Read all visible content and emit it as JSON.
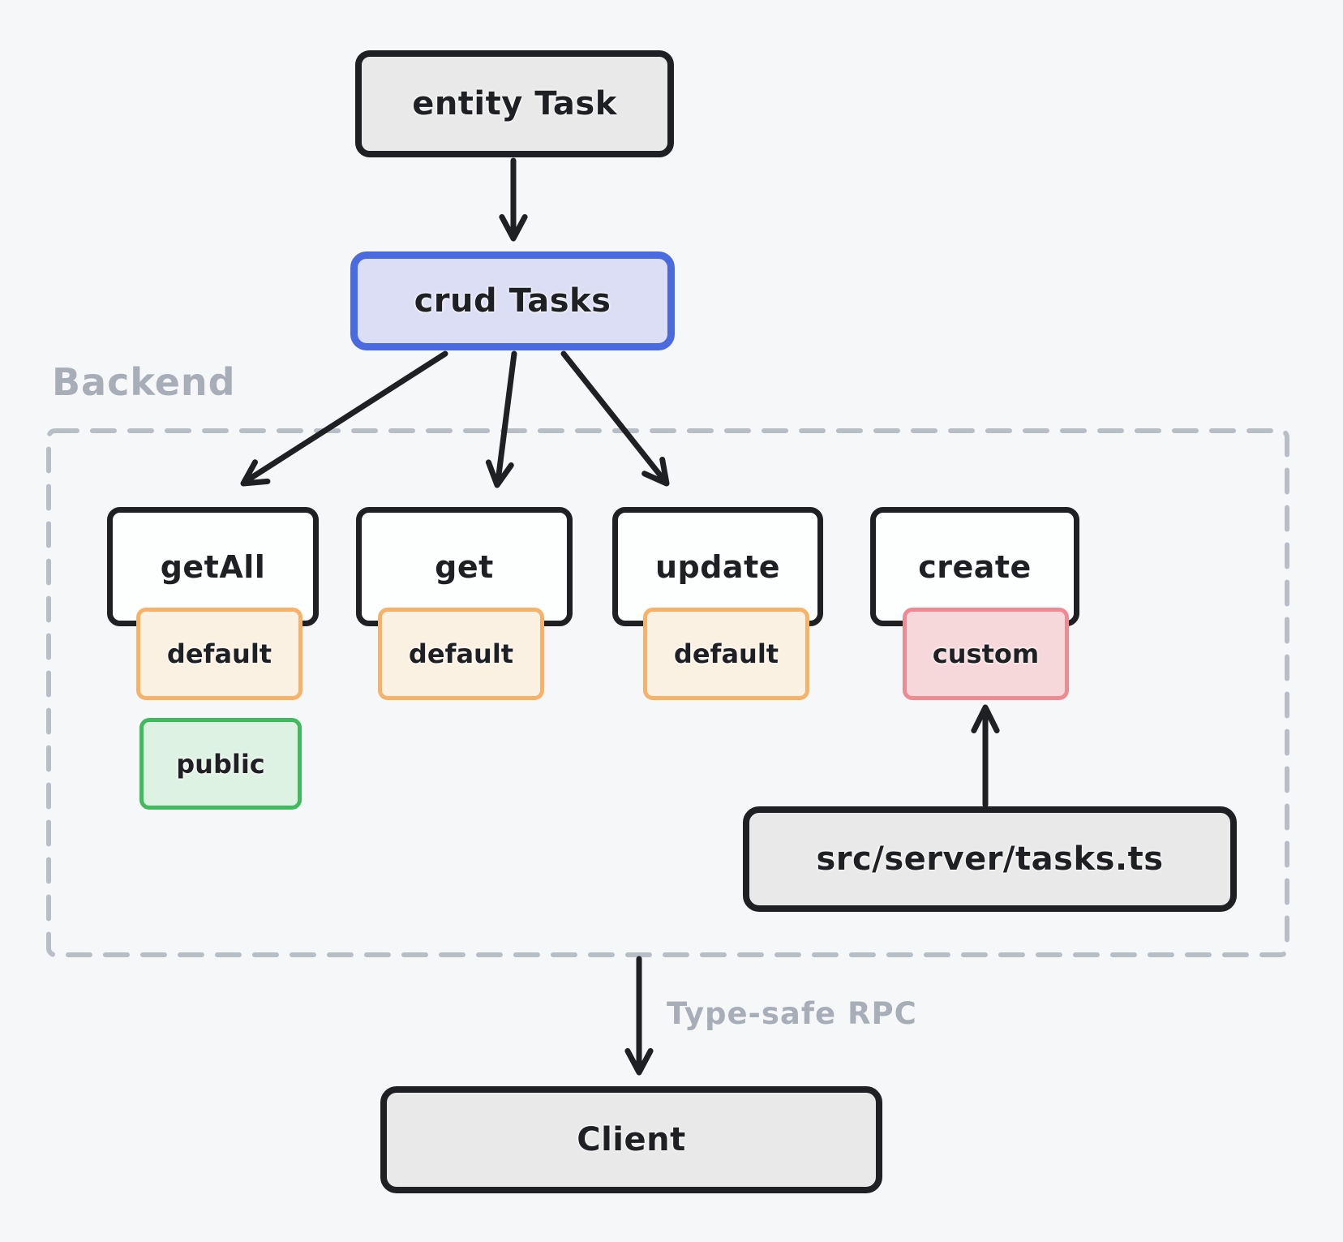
{
  "diagram": {
    "nodes": {
      "entity": {
        "label": "entity Task"
      },
      "crud": {
        "label": "crud Tasks"
      },
      "getAll": {
        "label": "getAll",
        "badge": "default",
        "access": "public"
      },
      "get": {
        "label": "get",
        "badge": "default"
      },
      "update": {
        "label": "update",
        "badge": "default"
      },
      "create": {
        "label": "create",
        "badge": "custom"
      },
      "serverFile": {
        "label": "src/server/tasks.ts"
      },
      "client": {
        "label": "Client"
      }
    },
    "labels": {
      "backend_region": "Backend",
      "rpc_edge": "Type-safe RPC"
    },
    "colors": {
      "ink": "#1f2023",
      "background": "#f6f7f9",
      "accent_blue": "#4a6be0",
      "blue_fill": "#dcdef5",
      "orange_border": "#f7b269",
      "orange_fill": "#fbf1e2",
      "pink_border": "#f08a92",
      "pink_fill": "#f6d8da",
      "green_border": "#3fba5c",
      "green_fill": "#def2e3",
      "gray_fill": "#e9e9e9",
      "muted_text": "#a7aeb8",
      "dashed_border": "#b8bec6"
    }
  }
}
